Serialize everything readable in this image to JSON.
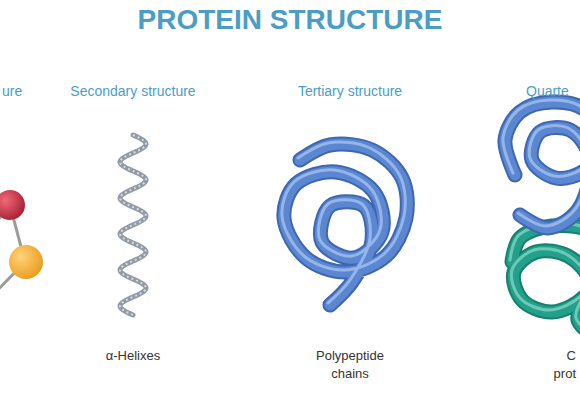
{
  "diagram": {
    "title": "PROTEIN STRUCTURE",
    "labels": [
      "ure",
      "Secondary structure",
      "Tertiary structure",
      "Quarte",
      "α-Helixes",
      "Polypeptide chains",
      "C prot"
    ]
  }
}
